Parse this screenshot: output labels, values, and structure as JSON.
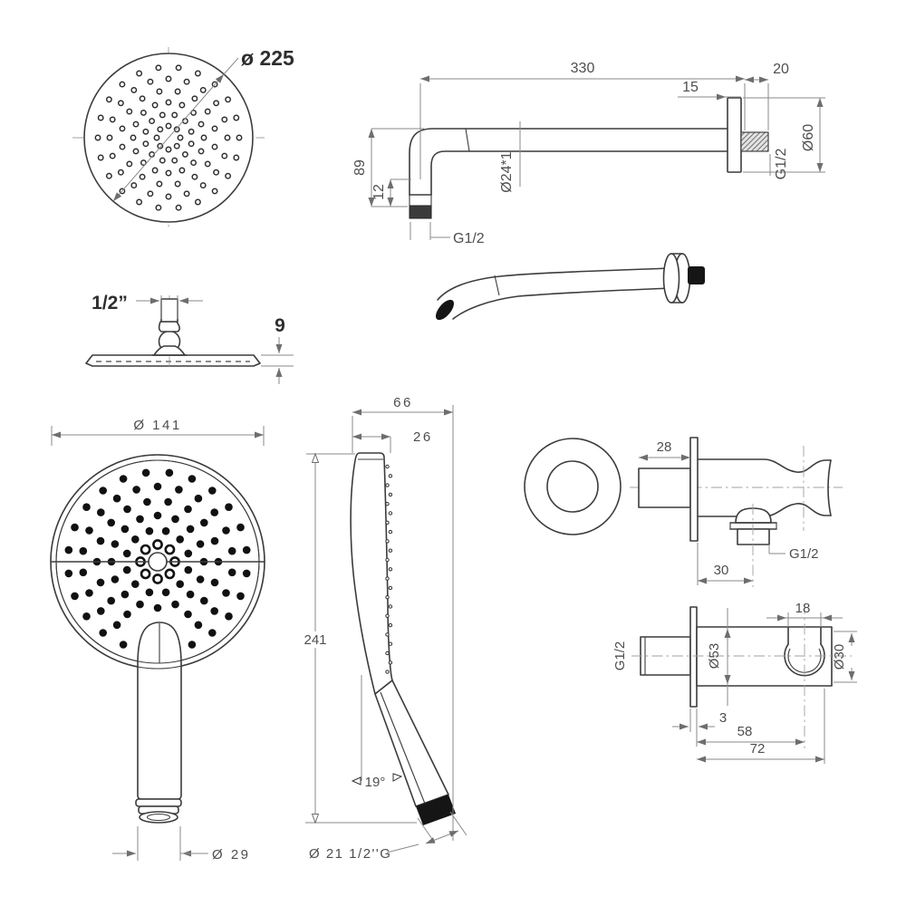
{
  "palette": {
    "object_line": "#3c3c3c",
    "dimension_line": "#8a8a8a",
    "centerline": "#a0a0a0",
    "text": "#4e4e4e",
    "dark_fill": "#151515"
  },
  "views": {
    "overhead_top": {
      "diameter": "ø 225"
    },
    "arm_elevation": {
      "length": "330",
      "thread_length": "20",
      "flange_thickness": "15",
      "drop_height": "89",
      "tip_length": "12",
      "tube_diameter": "Ø24*1",
      "tip_thread": "G1/2",
      "flange_diameter": "Ø60",
      "wall_thread": "G1/2"
    },
    "overhead_side": {
      "connector_size": "1/2”",
      "plate_thickness": "9"
    },
    "hand_front": {
      "face_diameter": "Ø 141",
      "connector_diameter": "Ø 29"
    },
    "hand_side": {
      "overall_depth": "66",
      "head_depth": "26",
      "overall_height": "241",
      "handle_angle": "19°",
      "connector_thread": "Ø 21 1/2''G"
    },
    "outlet_elevation": {
      "inlet_length": "28",
      "outlet_offset": "30",
      "outlet_thread": "G1/2"
    },
    "outlet_plan": {
      "slot_width": "18",
      "inlet_thread": "G1/2",
      "body_diameter": "Ø53",
      "holder_diameter": "Ø30",
      "plate_thickness": "3",
      "holder_offset": "58",
      "overall_length": "72"
    }
  }
}
